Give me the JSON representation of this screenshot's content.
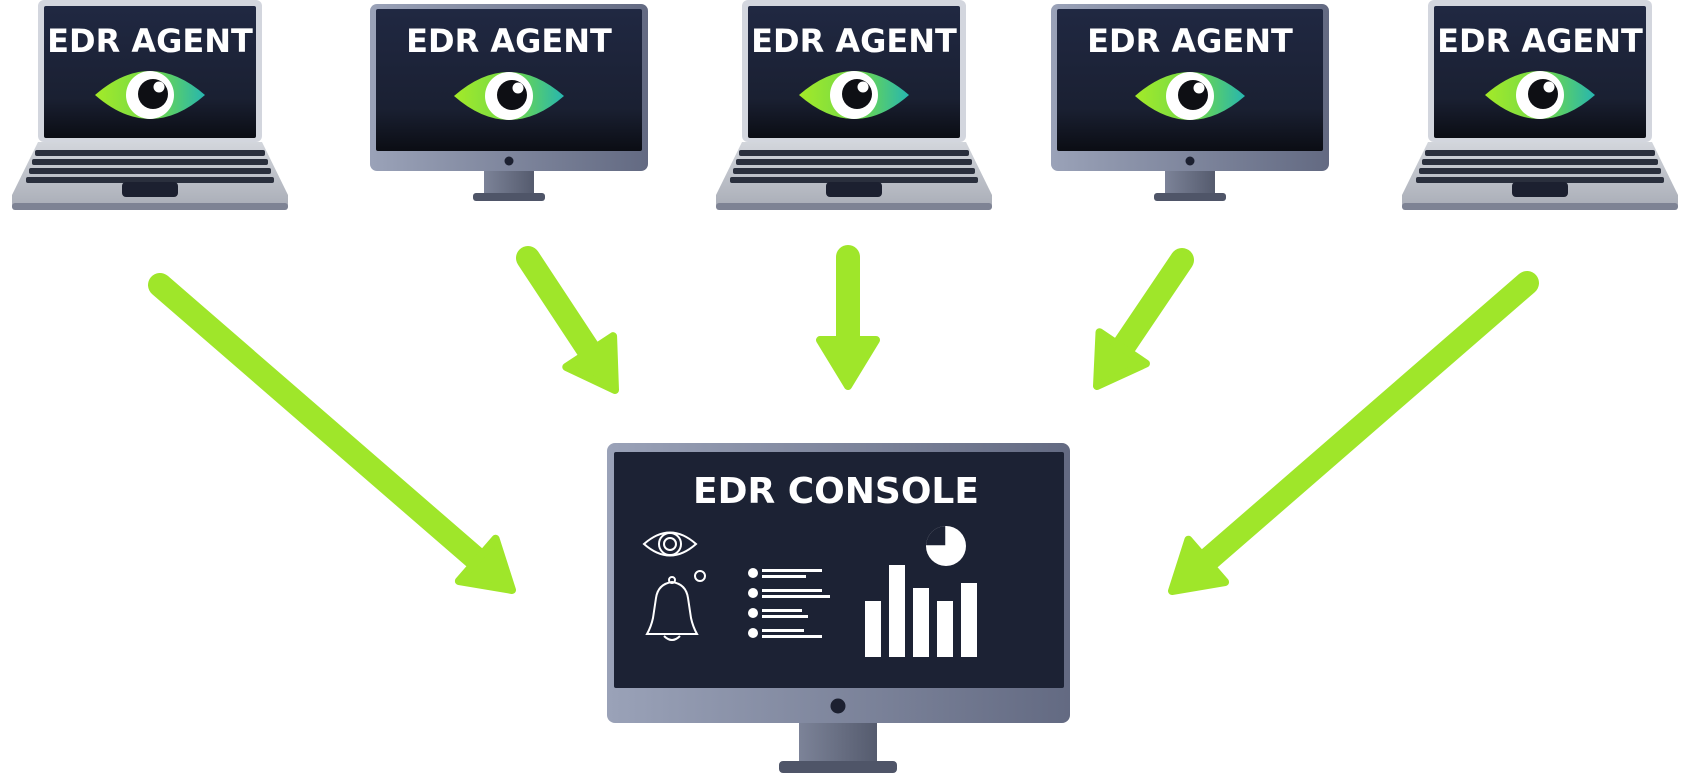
{
  "agents": [
    {
      "label": "EDR AGENT",
      "device": "laptop"
    },
    {
      "label": "EDR AGENT",
      "device": "monitor"
    },
    {
      "label": "EDR AGENT",
      "device": "laptop"
    },
    {
      "label": "EDR AGENT",
      "device": "monitor"
    },
    {
      "label": "EDR AGENT",
      "device": "laptop"
    }
  ],
  "console": {
    "title": "EDR CONSOLE",
    "icons": [
      "eye-outline-icon",
      "bell-icon",
      "bullet-list-icon",
      "pie-chart-icon",
      "bar-chart-icon"
    ]
  },
  "colors": {
    "arrow": "#9fe62a",
    "screen": "#1c2234",
    "device_frame": "#8f96ad",
    "laptop_body": "#c4c7ce",
    "eye_gradient_start": "#9fe62a",
    "eye_gradient_end": "#2bb9a8"
  }
}
